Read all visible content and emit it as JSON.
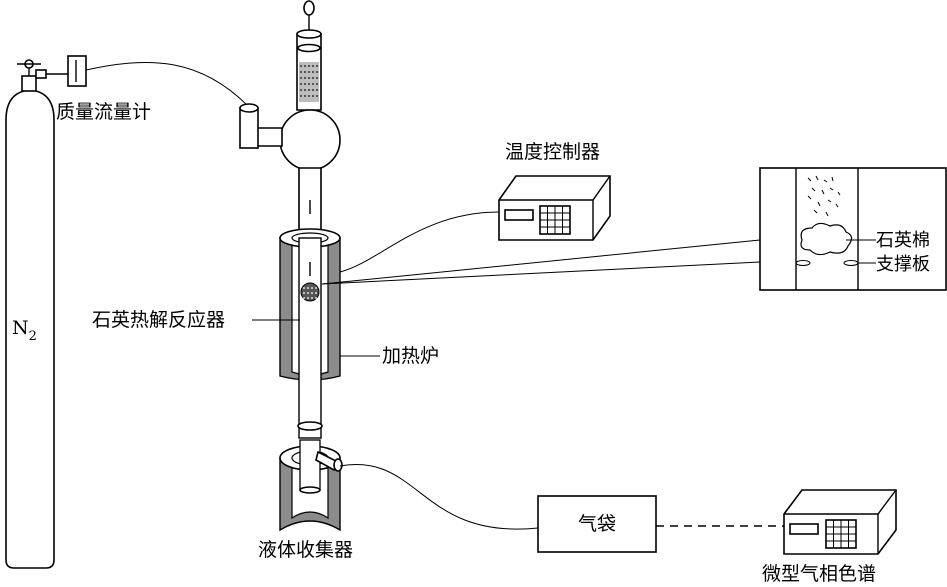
{
  "labels": {
    "mass_flow_meter": "质量流量计",
    "n2_base": "N",
    "n2_sub": "2",
    "temp_controller": "温度控制器",
    "quartz_reactor": "石英热解反应器",
    "furnace": "加热炉",
    "quartz_wool": "石英棉",
    "support_plate": "支撑板",
    "liquid_collector": "液体收集器",
    "gas_bag": "气袋",
    "micro_gc": "微型气相色谱"
  },
  "colors": {
    "line": "#000000",
    "furnace_fill": "#8c8c8c",
    "background": "#ffffff"
  }
}
